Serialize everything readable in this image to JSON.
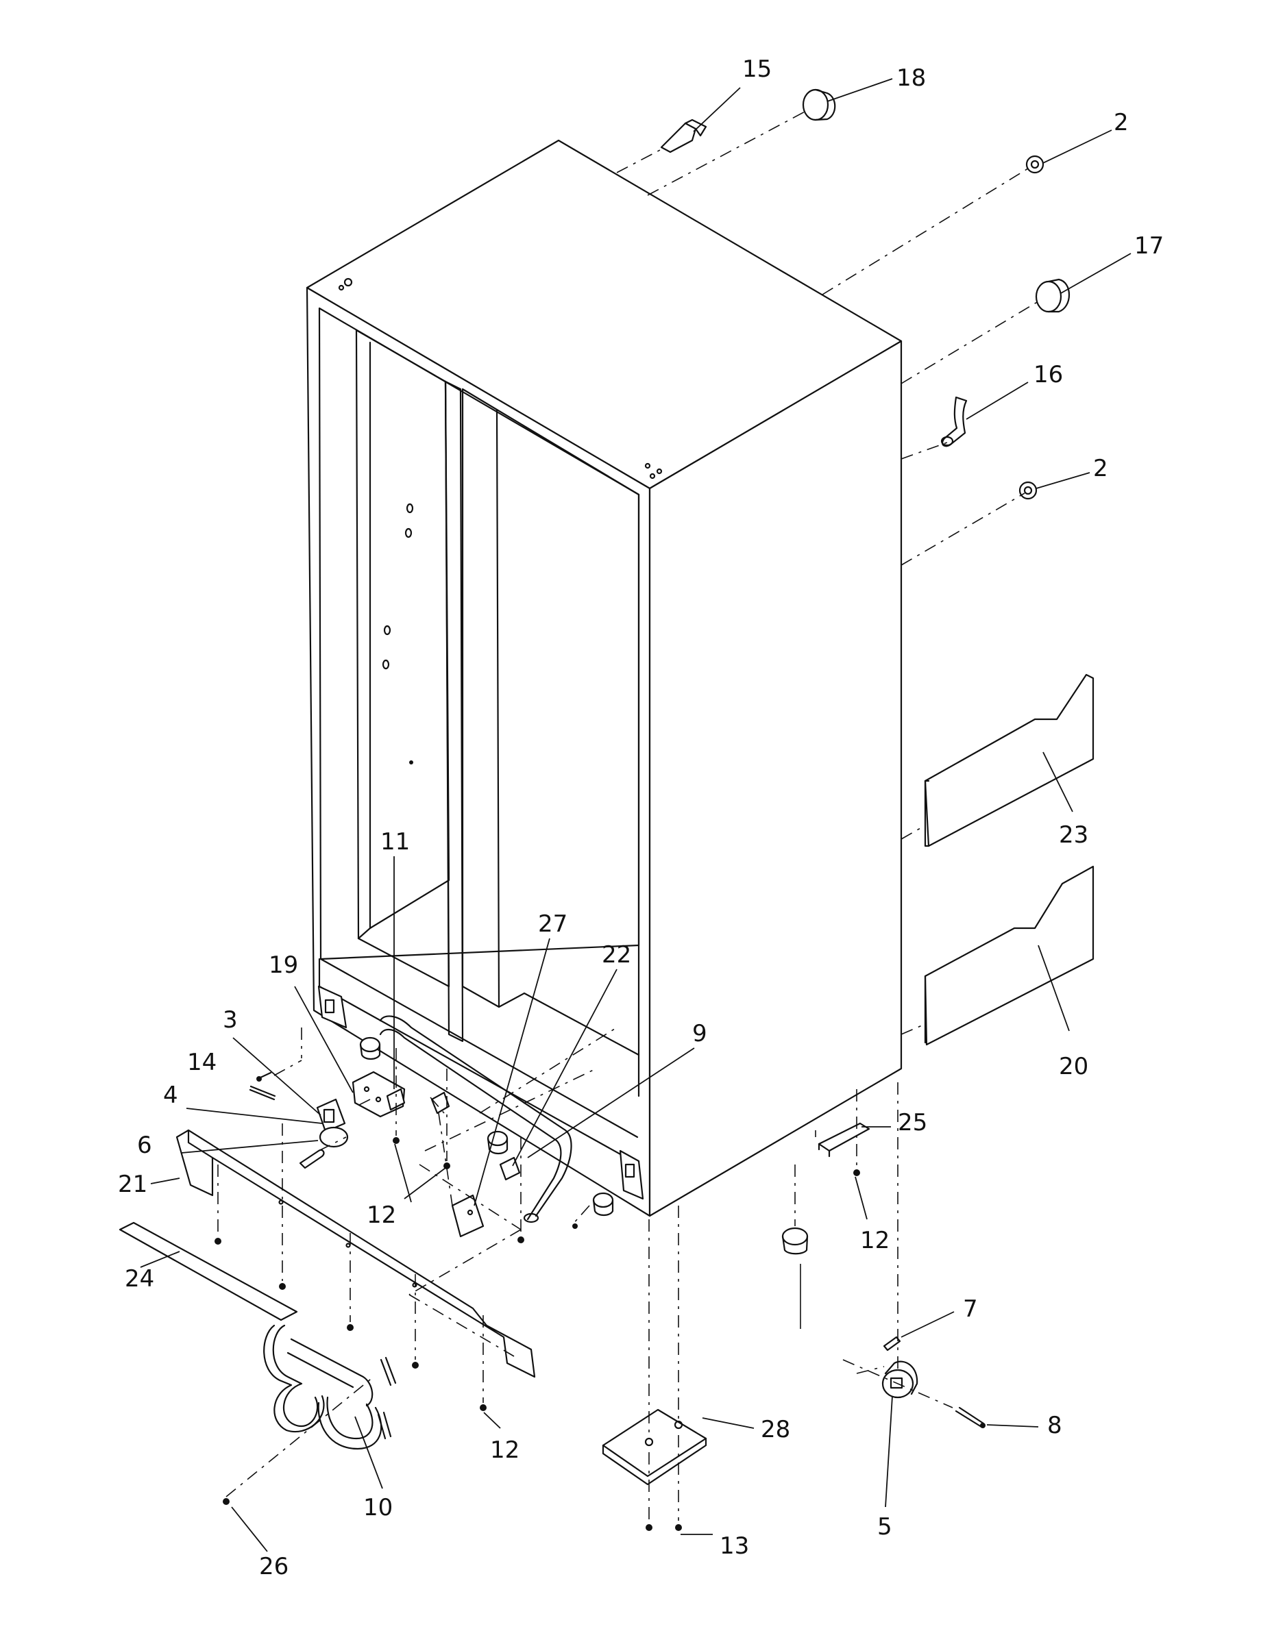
{
  "diagram": {
    "callouts": [
      {
        "id": "c15",
        "label": "15"
      },
      {
        "id": "c18",
        "label": "18"
      },
      {
        "id": "c2a",
        "label": "2"
      },
      {
        "id": "c17",
        "label": "17"
      },
      {
        "id": "c16",
        "label": "16"
      },
      {
        "id": "c2b",
        "label": "2"
      },
      {
        "id": "c23",
        "label": "23"
      },
      {
        "id": "c20",
        "label": "20"
      },
      {
        "id": "c25",
        "label": "25"
      },
      {
        "id": "c12d",
        "label": "12"
      },
      {
        "id": "c7",
        "label": "7"
      },
      {
        "id": "c8",
        "label": "8"
      },
      {
        "id": "c5",
        "label": "5"
      },
      {
        "id": "c28",
        "label": "28"
      },
      {
        "id": "c13",
        "label": "13"
      },
      {
        "id": "c11",
        "label": "11"
      },
      {
        "id": "c27",
        "label": "27"
      },
      {
        "id": "c22",
        "label": "22"
      },
      {
        "id": "c9",
        "label": "9"
      },
      {
        "id": "c19",
        "label": "19"
      },
      {
        "id": "c3",
        "label": "3"
      },
      {
        "id": "c14",
        "label": "14"
      },
      {
        "id": "c4",
        "label": "4"
      },
      {
        "id": "c6",
        "label": "6"
      },
      {
        "id": "c21",
        "label": "21"
      },
      {
        "id": "c12a",
        "label": "12"
      },
      {
        "id": "c24",
        "label": "24"
      },
      {
        "id": "c12b",
        "label": "12"
      },
      {
        "id": "c10",
        "label": "10"
      },
      {
        "id": "c26",
        "label": "26"
      }
    ]
  }
}
